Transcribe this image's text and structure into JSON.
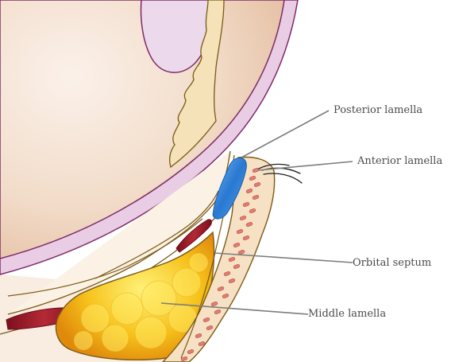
{
  "labels": {
    "posterior_lamella": "Posterior lamella",
    "anterior_lamella": "Anterior lamella",
    "orbital_septum": "Orbital septum",
    "middle_lamella": "Middle lamella"
  },
  "colors": {
    "globe": "#f1d8c6",
    "sclera": "#e6cbe2",
    "outline": "#7e2a67",
    "anatomy_outline": "#7a5a14",
    "fat": "#f2b814",
    "muscle": "#9e1b2b",
    "tarsus_blue": "#2f86d6",
    "orbicularis": "#e08a7e",
    "skin": "#f6e0c6",
    "leader": "#7d7d7d"
  }
}
